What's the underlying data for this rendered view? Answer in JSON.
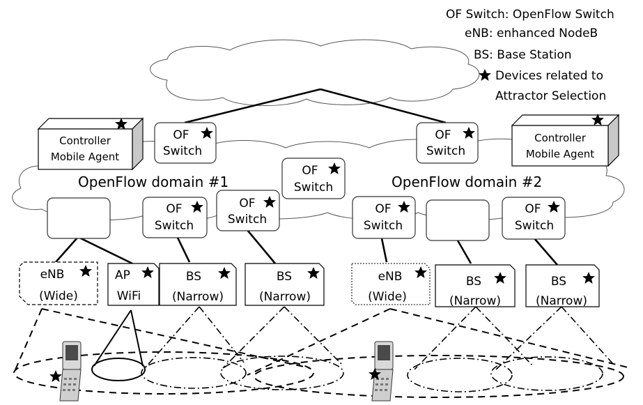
{
  "legend": {
    "of_switch": "OF Switch: OpenFlow Switch",
    "enb": "eNB: enhanced NodeB",
    "bs": "BS: Base Station",
    "star_line1": "Devices related to",
    "star_line2": "Attractor Selection"
  },
  "star_glyph": "★",
  "domains": {
    "d1": "OpenFlow domain #1",
    "d2": "OpenFlow domain #2"
  },
  "controllers": {
    "left": {
      "line1": "Controller",
      "line2": "Mobile Agent"
    },
    "right": {
      "line1": "Controller",
      "line2": "Mobile Agent"
    }
  },
  "switches": {
    "line1": "OF",
    "line2": "Switch"
  },
  "base_stations": [
    {
      "line1": "eNB",
      "line2": "(Wide)"
    },
    {
      "line1": "AP",
      "line2": "WiFi"
    },
    {
      "line1": "BS",
      "line2": "(Narrow)"
    },
    {
      "line1": "BS",
      "line2": "(Narrow)"
    },
    {
      "line1": "eNB",
      "line2": "(Wide)"
    },
    {
      "line1": "BS",
      "line2": "(Narrow)"
    },
    {
      "line1": "BS",
      "line2": "(Narrow)"
    }
  ]
}
